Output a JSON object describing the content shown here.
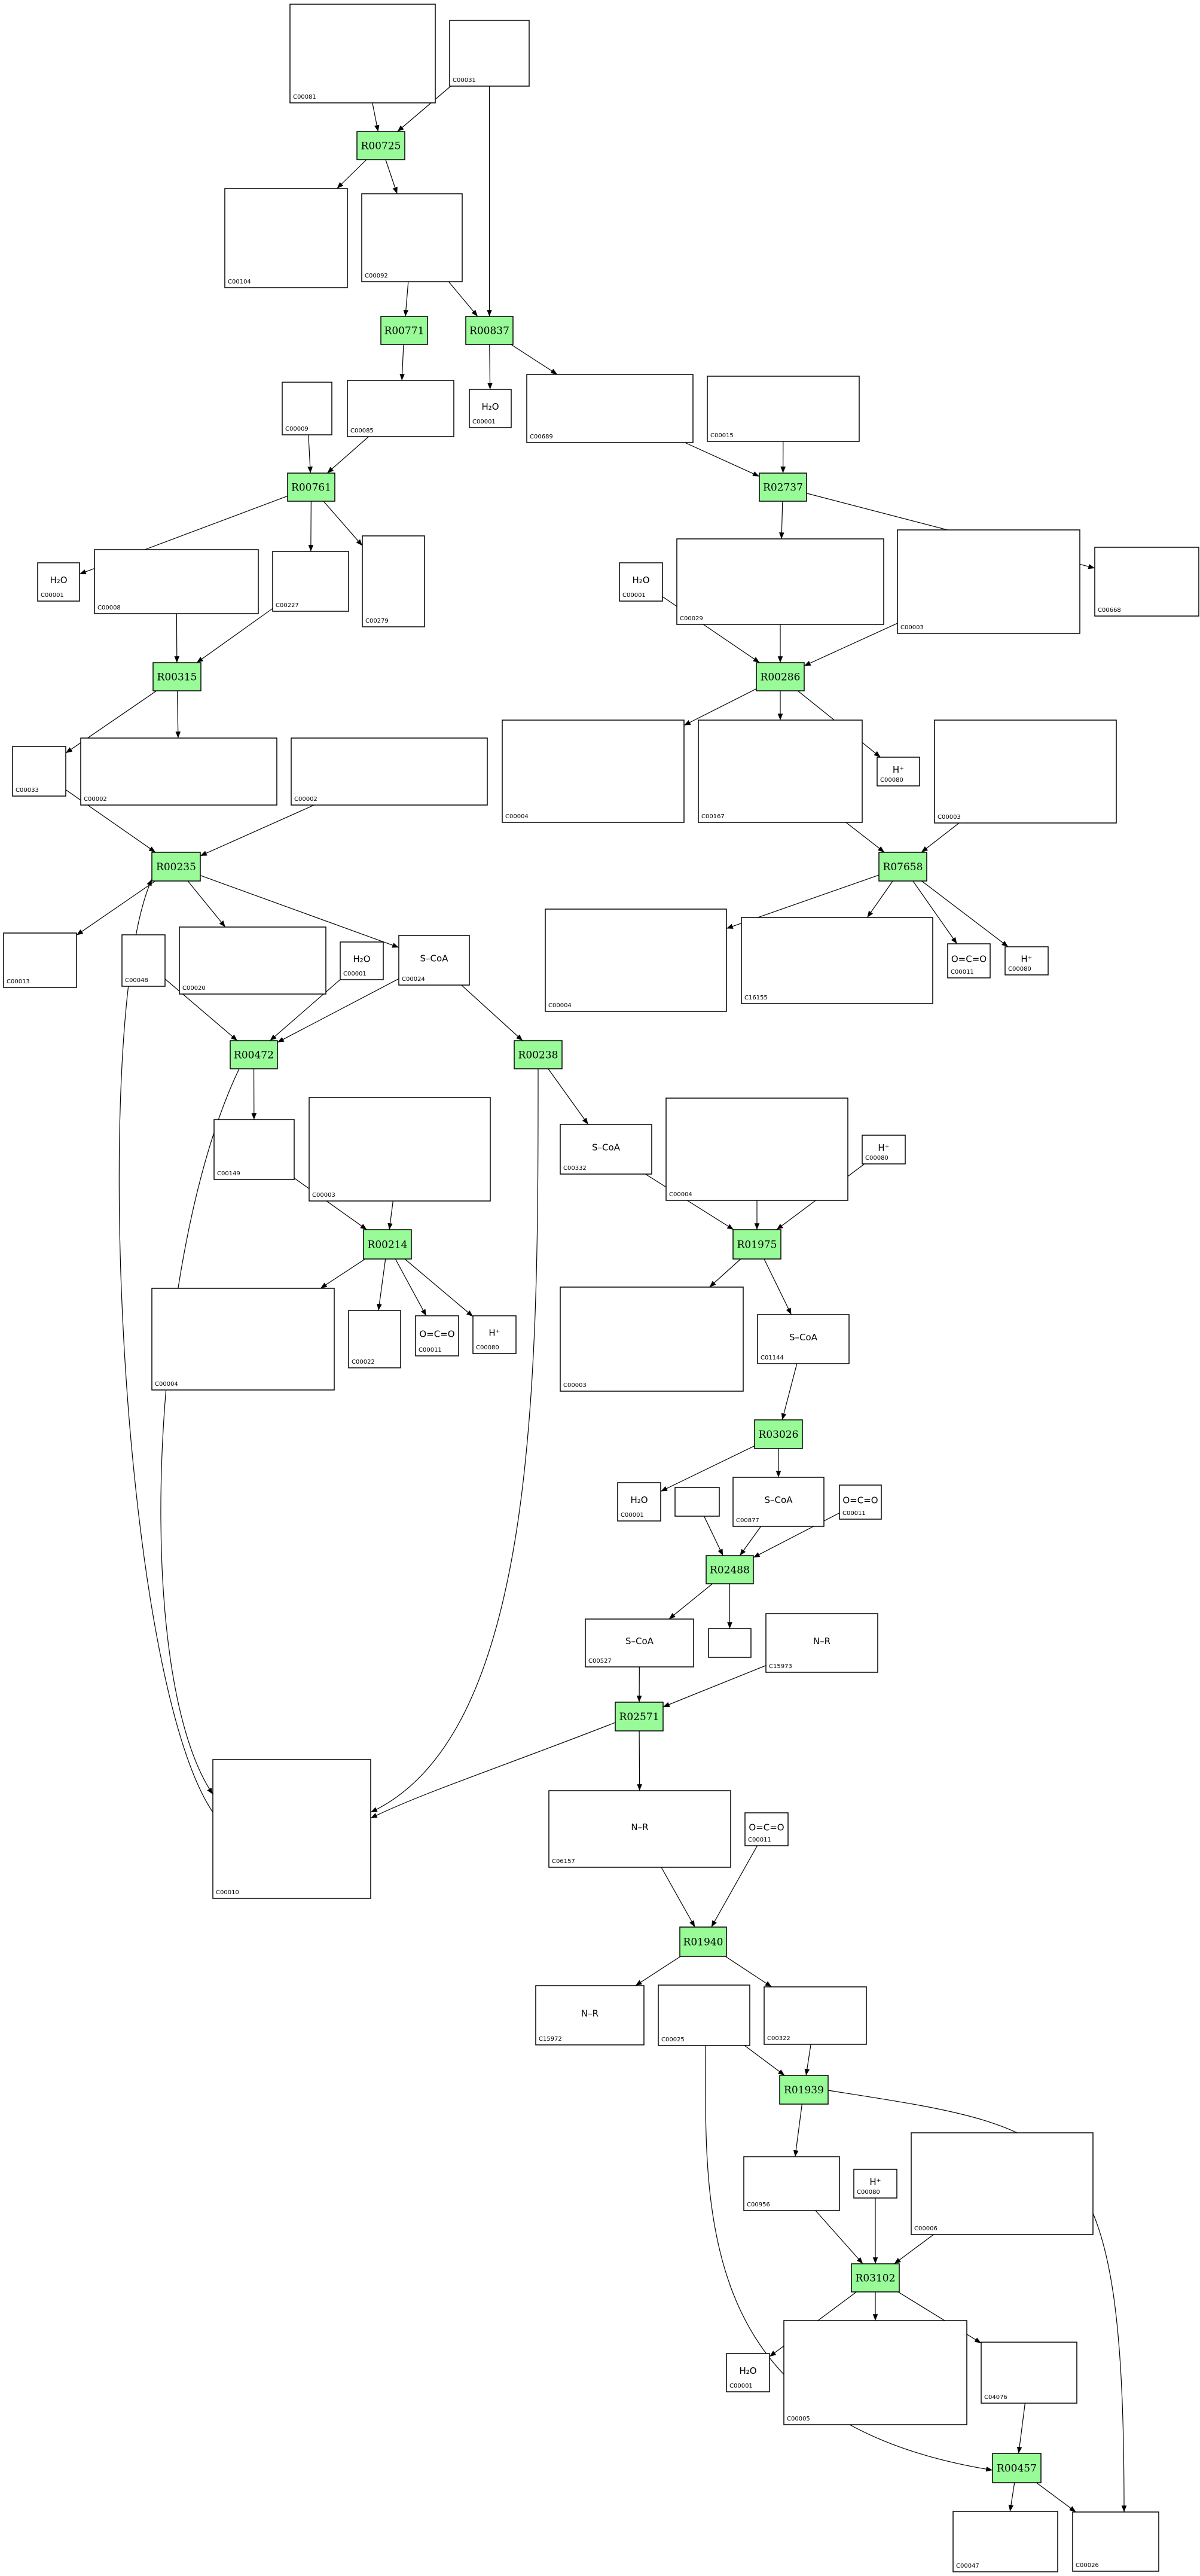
{
  "colors": {
    "reaction_fill": "#98fb98",
    "compound_fill": "#ffffff",
    "stroke": "#000000"
  },
  "reactions": [
    {
      "key": "R00725",
      "id": "R00725"
    },
    {
      "key": "R00771",
      "id": "R00771"
    },
    {
      "key": "R00837",
      "id": "R00837"
    },
    {
      "key": "R00761",
      "id": "R00761"
    },
    {
      "key": "R02737",
      "id": "R02737"
    },
    {
      "key": "R00315",
      "id": "R00315"
    },
    {
      "key": "R00286",
      "id": "R00286"
    },
    {
      "key": "R00235",
      "id": "R00235"
    },
    {
      "key": "R07658",
      "id": "R07658"
    },
    {
      "key": "R00472",
      "id": "R00472"
    },
    {
      "key": "R00238",
      "id": "R00238"
    },
    {
      "key": "R00214",
      "id": "R00214"
    },
    {
      "key": "R01975",
      "id": "R01975"
    },
    {
      "key": "R03026",
      "id": "R03026"
    },
    {
      "key": "R02488",
      "id": "R02488"
    },
    {
      "key": "R02571",
      "id": "R02571"
    },
    {
      "key": "R01940",
      "id": "R01940"
    },
    {
      "key": "R01939",
      "id": "R01939"
    },
    {
      "key": "R03102",
      "id": "R03102"
    },
    {
      "key": "R00457",
      "id": "R00457"
    }
  ],
  "compounds": [
    {
      "key": "c00081a",
      "id": "C00081"
    },
    {
      "key": "c00031",
      "id": "C00031"
    },
    {
      "key": "c00104",
      "id": "C00104"
    },
    {
      "key": "c00092",
      "id": "C00092"
    },
    {
      "key": "c00009",
      "id": "C00009"
    },
    {
      "key": "c00085",
      "id": "C00085"
    },
    {
      "key": "c00001a",
      "id": "C00001",
      "hint": "H₂O"
    },
    {
      "key": "c00689",
      "id": "C00689"
    },
    {
      "key": "c00015",
      "id": "C00015"
    },
    {
      "key": "c00001b",
      "id": "C00001",
      "hint": "H₂O"
    },
    {
      "key": "c00008",
      "id": "C00008"
    },
    {
      "key": "c00227",
      "id": "C00227"
    },
    {
      "key": "c00279",
      "id": "C00279"
    },
    {
      "key": "c00001c",
      "id": "C00001",
      "hint": "H₂O"
    },
    {
      "key": "c00029",
      "id": "C00029"
    },
    {
      "key": "c00003b",
      "id": "C00003"
    },
    {
      "key": "c00668",
      "id": "C00668"
    },
    {
      "key": "c00033",
      "id": "C00033"
    },
    {
      "key": "c00002a",
      "id": "C00002"
    },
    {
      "key": "c00002b",
      "id": "C00002"
    },
    {
      "key": "c00004a",
      "id": "C00004"
    },
    {
      "key": "c00167",
      "id": "C00167"
    },
    {
      "key": "c00080a",
      "id": "C00080",
      "hint": "H⁺"
    },
    {
      "key": "c00003c",
      "id": "C00003"
    },
    {
      "key": "c00013",
      "id": "C00013"
    },
    {
      "key": "c00048",
      "id": "C00048"
    },
    {
      "key": "c00020",
      "id": "C00020"
    },
    {
      "key": "c00001d",
      "id": "C00001",
      "hint": "H₂O"
    },
    {
      "key": "c00024",
      "id": "C00024",
      "hint": "S–CoA"
    },
    {
      "key": "c00004b",
      "id": "C00004"
    },
    {
      "key": "c16155",
      "id": "C16155"
    },
    {
      "key": "c00011a",
      "id": "C00011",
      "hint": "O=C=O"
    },
    {
      "key": "c00080b",
      "id": "C00080",
      "hint": "H⁺"
    },
    {
      "key": "c00149",
      "id": "C00149"
    },
    {
      "key": "c00003d",
      "id": "C00003"
    },
    {
      "key": "c00332",
      "id": "C00332",
      "hint": "S–CoA"
    },
    {
      "key": "c00004c",
      "id": "C00004"
    },
    {
      "key": "c00080c",
      "id": "C00080",
      "hint": "H⁺"
    },
    {
      "key": "c00004d",
      "id": "C00004"
    },
    {
      "key": "c00022",
      "id": "C00022"
    },
    {
      "key": "c00011b",
      "id": "C00011",
      "hint": "O=C=O"
    },
    {
      "key": "c00080d",
      "id": "C00080",
      "hint": "H⁺"
    },
    {
      "key": "c00003e",
      "id": "C00003"
    },
    {
      "key": "c01144",
      "id": "C01144",
      "hint": "S–CoA"
    },
    {
      "key": "c00001e",
      "id": "C00001",
      "hint": "H₂O"
    },
    {
      "key": "blank1",
      "id": ""
    },
    {
      "key": "c00877",
      "id": "C00877",
      "hint": "S–CoA"
    },
    {
      "key": "c00011c",
      "id": "C00011",
      "hint": "O=C=O"
    },
    {
      "key": "c00527",
      "id": "C00527",
      "hint": "S–CoA"
    },
    {
      "key": "blank2",
      "id": ""
    },
    {
      "key": "c15973",
      "id": "C15973",
      "hint": "N–R"
    },
    {
      "key": "c00010",
      "id": "C00010"
    },
    {
      "key": "c06157",
      "id": "C06157",
      "hint": "N–R"
    },
    {
      "key": "c00011d",
      "id": "C00011",
      "hint": "O=C=O"
    },
    {
      "key": "c15972",
      "id": "C15972",
      "hint": "N–R"
    },
    {
      "key": "c00025",
      "id": "C00025"
    },
    {
      "key": "c00322",
      "id": "C00322"
    },
    {
      "key": "c00956",
      "id": "C00956"
    },
    {
      "key": "c00080e",
      "id": "C00080",
      "hint": "H⁺"
    },
    {
      "key": "c00006",
      "id": "C00006"
    },
    {
      "key": "c00001f",
      "id": "C00001",
      "hint": "H₂O"
    },
    {
      "key": "c00005",
      "id": "C00005"
    },
    {
      "key": "c04076",
      "id": "C04076"
    },
    {
      "key": "c00047",
      "id": "C00047"
    },
    {
      "key": "c00026",
      "id": "C00026"
    }
  ],
  "edges": [
    [
      "c00081a",
      "R00725"
    ],
    [
      "c00031",
      "R00725"
    ],
    [
      "R00725",
      "c00104"
    ],
    [
      "R00725",
      "c00092"
    ],
    [
      "c00092",
      "R00771"
    ],
    [
      "c00092",
      "R00837"
    ],
    [
      "c00031",
      "R00837"
    ],
    [
      "R00771",
      "c00085"
    ],
    [
      "R00837",
      "c00001a"
    ],
    [
      "R00837",
      "c00689"
    ],
    [
      "c00009",
      "R00761"
    ],
    [
      "c00085",
      "R00761"
    ],
    [
      "R00761",
      "c00001b"
    ],
    [
      "R00761",
      "c00227"
    ],
    [
      "R00761",
      "c00279"
    ],
    [
      "c00689",
      "R02737"
    ],
    [
      "c00015",
      "R02737"
    ],
    [
      "R02737",
      "c00029"
    ],
    [
      "R02737",
      "c00668"
    ],
    [
      "c00008",
      "R00315"
    ],
    [
      "c00227",
      "R00315"
    ],
    [
      "R00315",
      "c00033"
    ],
    [
      "R00315",
      "c00002a"
    ],
    [
      "c00001c",
      "R00286"
    ],
    [
      "c00029",
      "R00286"
    ],
    [
      "c00003b",
      "R00286"
    ],
    [
      "R00286",
      "c00004a"
    ],
    [
      "R00286",
      "c00167"
    ],
    [
      "R00286",
      "c00080a"
    ],
    [
      "c00033",
      "R00235"
    ],
    [
      "c00002b",
      "R00235"
    ],
    [
      "c00010",
      "R00235"
    ],
    [
      "R00235",
      "c00013"
    ],
    [
      "R00235",
      "c00020"
    ],
    [
      "R00235",
      "c00024"
    ],
    [
      "c00167",
      "R07658"
    ],
    [
      "c00003c",
      "R07658"
    ],
    [
      "R07658",
      "c00004b"
    ],
    [
      "R07658",
      "c16155"
    ],
    [
      "R07658",
      "c00011a"
    ],
    [
      "R07658",
      "c00080b"
    ],
    [
      "c00048",
      "R00472"
    ],
    [
      "c00001d",
      "R00472"
    ],
    [
      "c00024",
      "R00472"
    ],
    [
      "R00472",
      "c00149"
    ],
    [
      "R00472",
      "c00010"
    ],
    [
      "c00024",
      "R00238"
    ],
    [
      "R00238",
      "c00332"
    ],
    [
      "R00238",
      "c00010"
    ],
    [
      "c00149",
      "R00214"
    ],
    [
      "c00003d",
      "R00214"
    ],
    [
      "R00214",
      "c00004d"
    ],
    [
      "R00214",
      "c00022"
    ],
    [
      "R00214",
      "c00011b"
    ],
    [
      "R00214",
      "c00080d"
    ],
    [
      "c00332",
      "R01975"
    ],
    [
      "c00004c",
      "R01975"
    ],
    [
      "c00080c",
      "R01975"
    ],
    [
      "R01975",
      "c00003e"
    ],
    [
      "R01975",
      "c01144"
    ],
    [
      "c01144",
      "R03026"
    ],
    [
      "R03026",
      "c00001e"
    ],
    [
      "R03026",
      "c00877"
    ],
    [
      "blank1",
      "R02488"
    ],
    [
      "c00877",
      "R02488"
    ],
    [
      "c00011c",
      "R02488"
    ],
    [
      "R02488",
      "c00527"
    ],
    [
      "R02488",
      "blank2"
    ],
    [
      "c00527",
      "R02571"
    ],
    [
      "c15973",
      "R02571"
    ],
    [
      "R02571",
      "c00010"
    ],
    [
      "R02571",
      "c06157"
    ],
    [
      "c06157",
      "R01940"
    ],
    [
      "c00011d",
      "R01940"
    ],
    [
      "R01940",
      "c15972"
    ],
    [
      "R01940",
      "c00322"
    ],
    [
      "c00025",
      "R01939"
    ],
    [
      "c00322",
      "R01939"
    ],
    [
      "R01939",
      "c00956"
    ],
    [
      "R01939",
      "c00026"
    ],
    [
      "c00025",
      "R00457"
    ],
    [
      "c00956",
      "R03102"
    ],
    [
      "c00080e",
      "R03102"
    ],
    [
      "c00006",
      "R03102"
    ],
    [
      "R03102",
      "c00001f"
    ],
    [
      "R03102",
      "c00005"
    ],
    [
      "R03102",
      "c04076"
    ],
    [
      "c04076",
      "R00457"
    ],
    [
      "R00457",
      "c00047"
    ],
    [
      "R00457",
      "c00026"
    ]
  ]
}
